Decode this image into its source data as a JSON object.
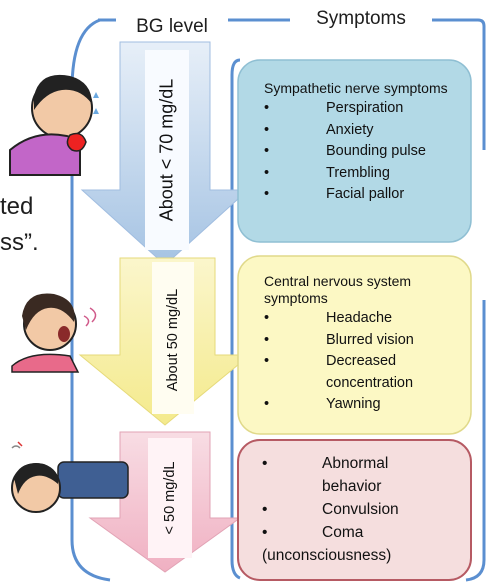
{
  "headers": {
    "bg_level": "BG level",
    "symptoms": "Symptoms"
  },
  "levels": [
    {
      "label": "About < 70 mg/dL",
      "symptom_title": "Sympathetic nerve symptoms",
      "symptoms": [
        "Perspiration",
        "Anxiety",
        "Bounding pulse",
        "Trembling",
        "Facial pallor"
      ]
    },
    {
      "label": "About 50 mg/dL",
      "symptom_title": "Central nervous system symptoms",
      "symptoms": [
        "Headache",
        "Blurred vision",
        "Decreased concentration",
        "Yawning"
      ]
    },
    {
      "label": "< 50 mg/dL",
      "symptom_title": "",
      "symptoms": [
        "Abnormal behavior",
        "Convulsion",
        "Coma (unconsciousness)"
      ]
    }
  ],
  "partial_text": [
    "ted",
    "ss”."
  ],
  "colors": {
    "arrow_blue": "#a9c7e6",
    "arrow_yellow": "#f7ef9e",
    "arrow_pink": "#f2bccb",
    "box_blue": "#b2d9e6",
    "box_yellow": "#fcf8c4",
    "box_pink": "#f5dede",
    "frame": "#5b8fd0"
  }
}
